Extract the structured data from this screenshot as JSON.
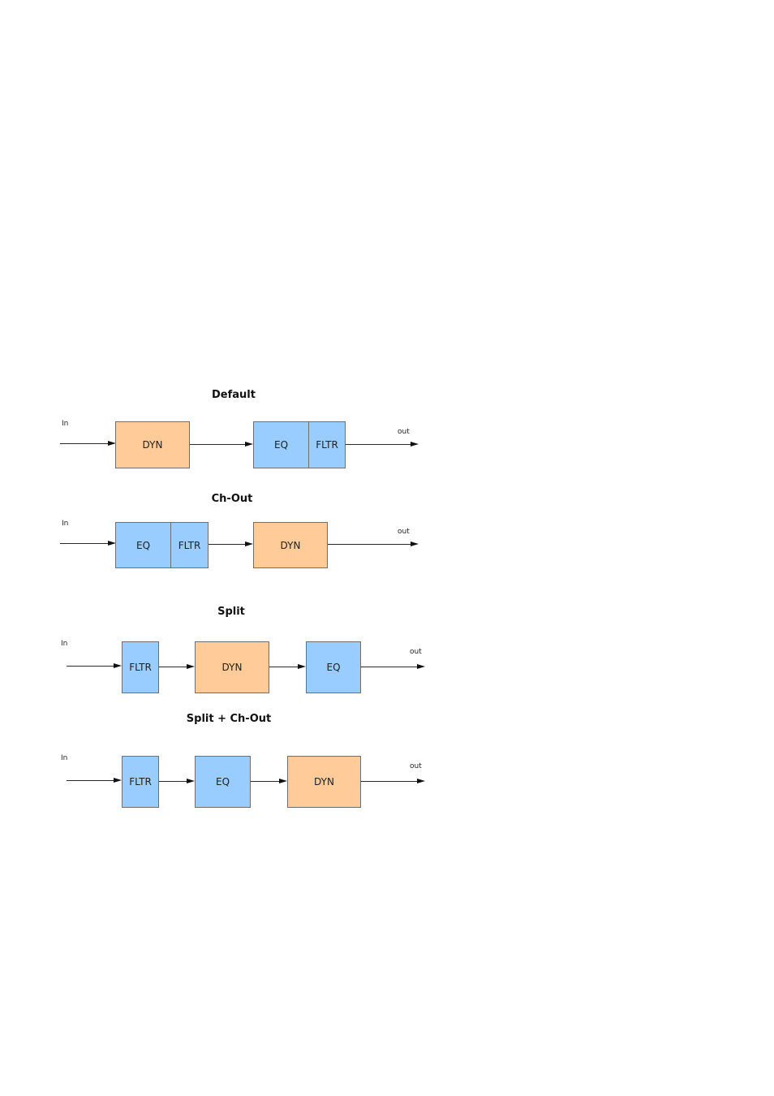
{
  "colors": {
    "blue_block": "#99ccff",
    "orange_block": "#ffcc99",
    "line": "#2a2a2a"
  },
  "diagrams": [
    {
      "title": "Default",
      "in_label": "In",
      "out_label": "out",
      "blocks": [
        {
          "label": "DYN",
          "color": "orange"
        },
        {
          "label": "EQ",
          "color": "blue"
        },
        {
          "label": "FLTR",
          "color": "blue"
        }
      ]
    },
    {
      "title": "Ch-Out",
      "in_label": "In",
      "out_label": "out",
      "blocks": [
        {
          "label": "EQ",
          "color": "blue"
        },
        {
          "label": "FLTR",
          "color": "blue"
        },
        {
          "label": "DYN",
          "color": "orange"
        }
      ]
    },
    {
      "title": "Split",
      "in_label": "In",
      "out_label": "out",
      "blocks": [
        {
          "label": "FLTR",
          "color": "blue"
        },
        {
          "label": "DYN",
          "color": "orange"
        },
        {
          "label": "EQ",
          "color": "blue"
        }
      ]
    },
    {
      "title": "Split + Ch-Out",
      "in_label": "In",
      "out_label": "out",
      "blocks": [
        {
          "label": "FLTR",
          "color": "blue"
        },
        {
          "label": "EQ",
          "color": "blue"
        },
        {
          "label": "DYN",
          "color": "orange"
        }
      ]
    }
  ]
}
